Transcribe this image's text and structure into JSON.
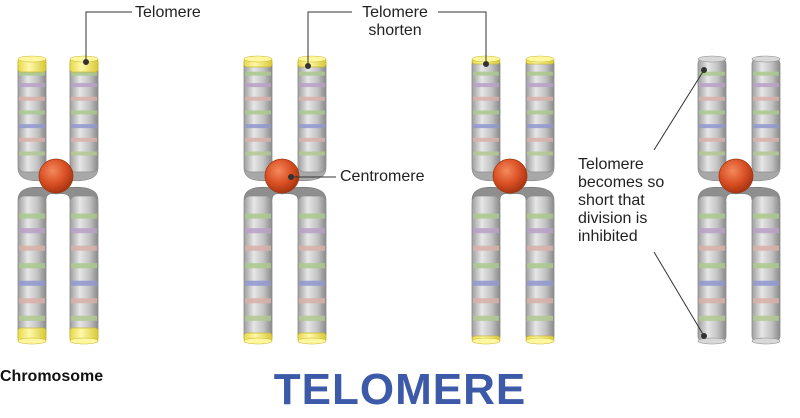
{
  "diagram": {
    "labels": {
      "telomere": "Telomere",
      "telomere_shorten": [
        "Telomere",
        "shorten"
      ],
      "centromere": "Centromere",
      "inhibited": [
        "Telomere",
        "becomes so",
        "short that",
        "division is",
        "inhibited"
      ],
      "chromosome": "Chromosome"
    },
    "title": "TELOMERE",
    "colors": {
      "title": "#3c5aa8",
      "telomere": "#f4ec6c",
      "centromere": "#d9532a",
      "chromatid": "#c9c9c9"
    },
    "stages": [
      {
        "telomere_length": "long"
      },
      {
        "telomere_length": "shortened"
      },
      {
        "telomere_length": "shorter"
      },
      {
        "telomere_length": "none"
      }
    ]
  }
}
